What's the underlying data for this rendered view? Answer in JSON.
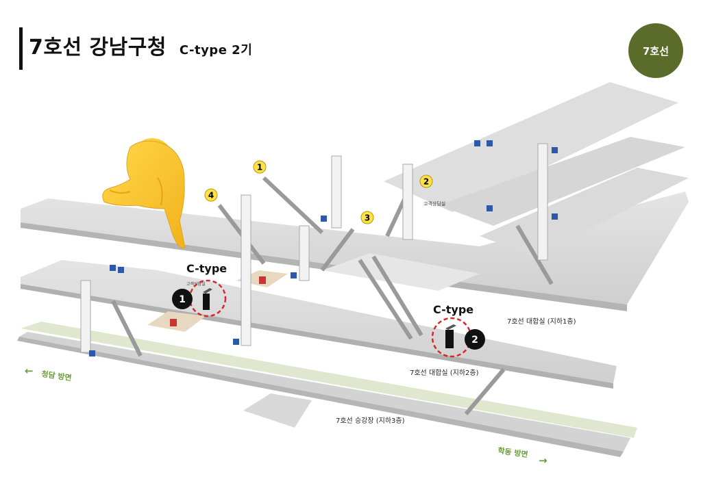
{
  "header": {
    "title": "7호선 강남구청",
    "subtitle": "C-type 2기",
    "line_badge": "7호선",
    "line_color": "#5b6b2a"
  },
  "map": {
    "exits": [
      "1",
      "2",
      "3",
      "4"
    ],
    "ctype_label_1": "C-type",
    "ctype_label_2": "C-type",
    "locker_1_number": "1",
    "locker_2_number": "2",
    "customer_office_1": "고객상담실",
    "customer_office_2": "고객상담실",
    "level_b1": "7호선 대합실 (지하1층)",
    "level_b2": "7호선 대합실 (지하2층)",
    "level_b3": "7호선 승강장 (지하3층)",
    "direction_left": "청담 방면",
    "direction_right": "학동 방면",
    "direction_color": "#6a9a3a",
    "highlight_color": "#d62828",
    "pointer_icon": "pointing-hand-icon"
  }
}
